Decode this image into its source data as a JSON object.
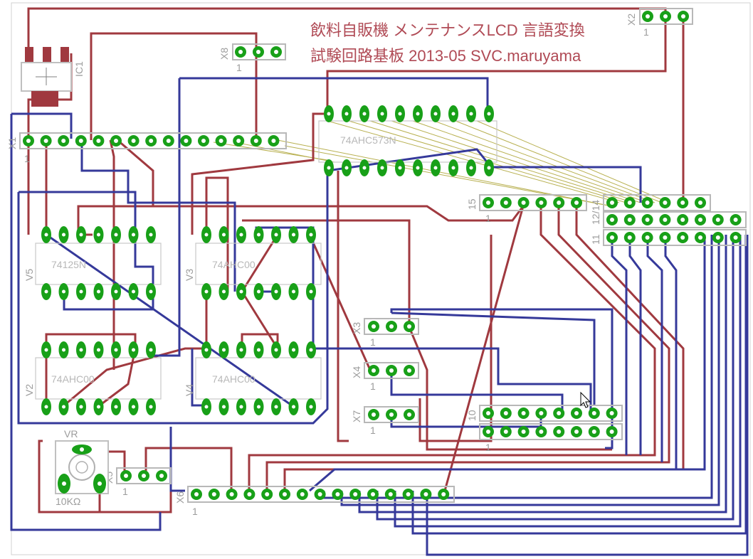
{
  "board_title": {
    "line1": "飲料自販機 メンテナンスLCD 言語変換",
    "line2": "試験回路基板 2013-05 SVC.maruyama"
  },
  "components": {
    "x1": "X1",
    "x2": "X2",
    "x3": "X3",
    "x4": "X4",
    "x5": "X5",
    "x6": "X6",
    "x7": "X7",
    "x8": "X8",
    "x10": "10",
    "x11": "11",
    "x12_14": "12/14",
    "x15": "15",
    "ic1": "IC1",
    "vr": "VR",
    "vr_value": "10KΩ",
    "v2": "V2",
    "v3": "V3",
    "v4": "V4",
    "v5": "V5",
    "u573": "74AHC573N",
    "v5_chip": "74125N",
    "v3_chip": "74AHC00",
    "v2_chip": "74AHC00",
    "v4_chip": "74AHC00",
    "pin1": "1"
  },
  "colors": {
    "top_trace": "#a0393f",
    "bottom_trace": "#35399a",
    "pad": "#18a018",
    "airwire": "#b8b050",
    "outline": "#b8b8b8"
  }
}
